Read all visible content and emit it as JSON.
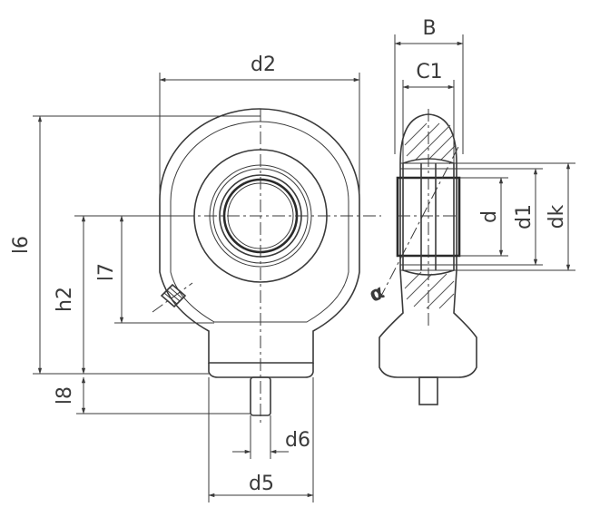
{
  "dimensions": {
    "d2": "d2",
    "B": "B",
    "C1": "C1",
    "l6": "l6",
    "h2": "h2",
    "l7": "l7",
    "l8": "l8",
    "d": "d",
    "d1": "d1",
    "dk": "dk",
    "d6": "d6",
    "d5": "d5",
    "alpha": "α"
  },
  "colors": {
    "line": "#3a3a3a",
    "background": "#ffffff"
  }
}
